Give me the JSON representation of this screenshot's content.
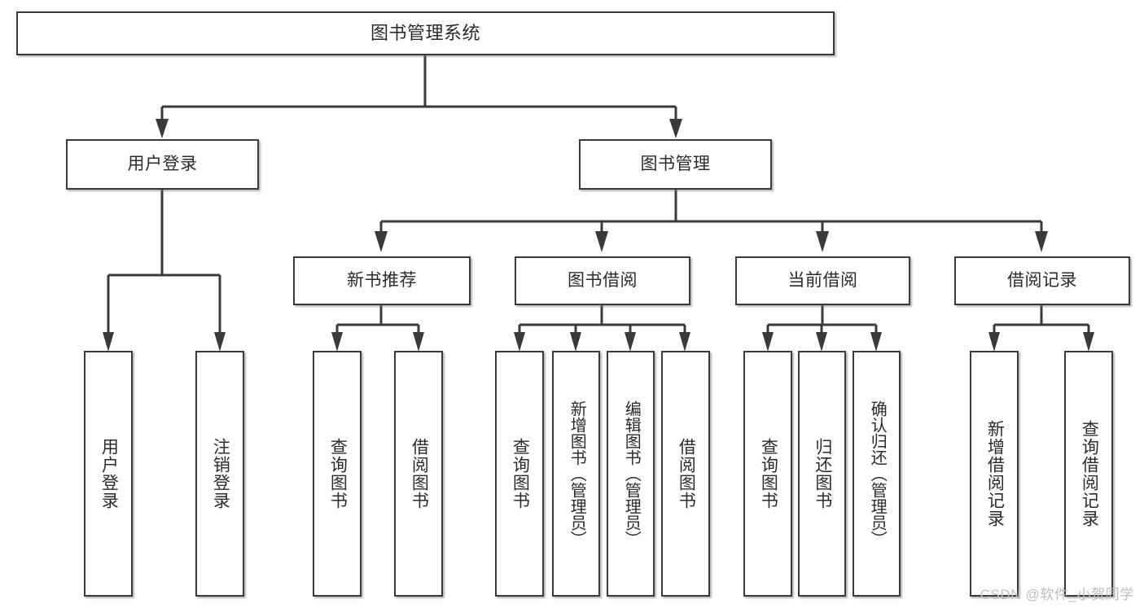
{
  "diagram": {
    "title": "图书管理系统",
    "type": "tree",
    "watermark": "CSDN @软件_小贺同学",
    "colors": {
      "stroke": "#3a3a3a",
      "fill": "#ffffff",
      "text": "#2b2b2b",
      "watermark": "#bdbdbd"
    },
    "nodes": {
      "root": {
        "label": "图书管理系统"
      },
      "level2": [
        {
          "id": "user-login",
          "label": "用户登录"
        },
        {
          "id": "book-manage",
          "label": "图书管理"
        }
      ],
      "level3": [
        {
          "id": "new-book-rec",
          "label": "新书推荐"
        },
        {
          "id": "book-borrow",
          "label": "图书借阅"
        },
        {
          "id": "current-borrow",
          "label": "当前借阅"
        },
        {
          "id": "borrow-record",
          "label": "借阅记录"
        }
      ],
      "leaves": {
        "user-login": [
          {
            "id": "leaf-user-login",
            "label": "用户登录"
          },
          {
            "id": "leaf-logout",
            "label": "注销登录"
          }
        ],
        "new-book-rec": [
          {
            "id": "leaf-query-book-1",
            "label": "查询图书"
          },
          {
            "id": "leaf-borrow-book-1",
            "label": "借阅图书"
          }
        ],
        "book-borrow": [
          {
            "id": "leaf-query-book-2",
            "label": "查询图书"
          },
          {
            "id": "leaf-add-book",
            "label": "新增图书（管理员）"
          },
          {
            "id": "leaf-edit-book",
            "label": "编辑图书（管理员）"
          },
          {
            "id": "leaf-borrow-book-2",
            "label": "借阅图书"
          }
        ],
        "current-borrow": [
          {
            "id": "leaf-query-book-3",
            "label": "查询图书"
          },
          {
            "id": "leaf-return-book",
            "label": "归还图书"
          },
          {
            "id": "leaf-confirm-return",
            "label": "确认归还（管理员）"
          }
        ],
        "borrow-record": [
          {
            "id": "leaf-add-record",
            "label": "新增借阅记录"
          },
          {
            "id": "leaf-query-record",
            "label": "查询借阅记录"
          }
        ]
      }
    }
  }
}
